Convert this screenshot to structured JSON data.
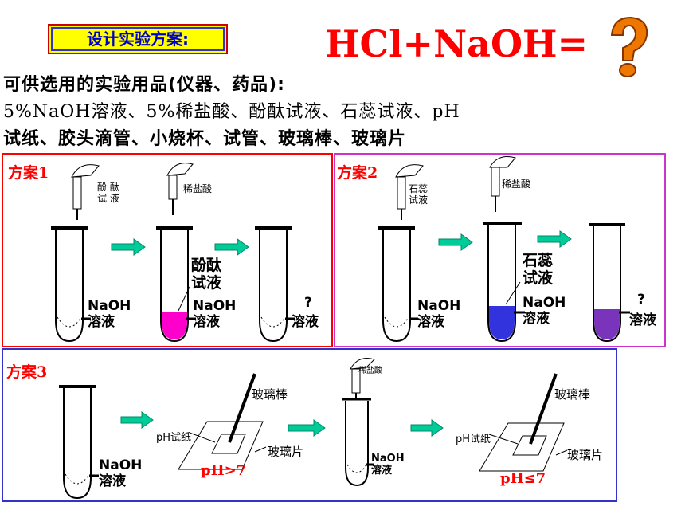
{
  "header": {
    "box_title": "设计实验方案:",
    "equation": "HCl+NaOH="
  },
  "intro": {
    "line1": "可供选用的实验用品(仪器、药品):",
    "line2": "5%NaOH溶液、5%稀盐酸、酚酞试液、石蕊试液、pH",
    "line3": "试纸、胶头滴管、小烧杯、试管、玻璃棒、玻璃片"
  },
  "plan1": {
    "label": "方案1",
    "dropper1_line1": "酚 酞",
    "dropper1_line2": "试 液",
    "dropper2": "稀盐酸",
    "tube1_line1": "NaOH",
    "tube1_line2": "溶液",
    "tube2_indicator_line1": "酚酞",
    "tube2_indicator_line2": "试液",
    "tube2_line1": "NaOH",
    "tube2_line2": "溶液",
    "tube3_question": "?",
    "tube3_line": "溶液",
    "tube2_liquid_color": "#ff00cc"
  },
  "plan2": {
    "label": "方案2",
    "dropper1_line1": "石蕊",
    "dropper1_line2": "试液",
    "dropper2": "稀盐酸",
    "tube1_line1": "NaOH",
    "tube1_line2": "溶液",
    "tube2_indicator_line1": "石蕊",
    "tube2_indicator_line2": "试液",
    "tube2_line1": "NaOH",
    "tube2_line2": "溶液",
    "tube3_question": "?",
    "tube3_line": "溶液",
    "tube2_liquid_color": "#3333dd",
    "tube3_liquid_color": "#7a33bb"
  },
  "plan3": {
    "label": "方案3",
    "tube1_line1": "NaOH",
    "tube1_line2": "溶液",
    "ph_paper": "pH试纸",
    "glass_rod": "玻璃棒",
    "glass_plate": "玻璃片",
    "ph_result1": "pH>7",
    "dropper": "稀盐酸",
    "tube2_line1": "NaOH",
    "tube2_line2": "溶液",
    "ph_paper2": "pH试纸",
    "glass_rod2": "玻璃棒",
    "glass_plate2": "玻璃片",
    "ph_result2": "pH≤7"
  },
  "colors": {
    "arrow": "#00cc99",
    "frame1": "#ff0000",
    "frame2": "#cc33cc",
    "frame3": "#3333cc"
  }
}
